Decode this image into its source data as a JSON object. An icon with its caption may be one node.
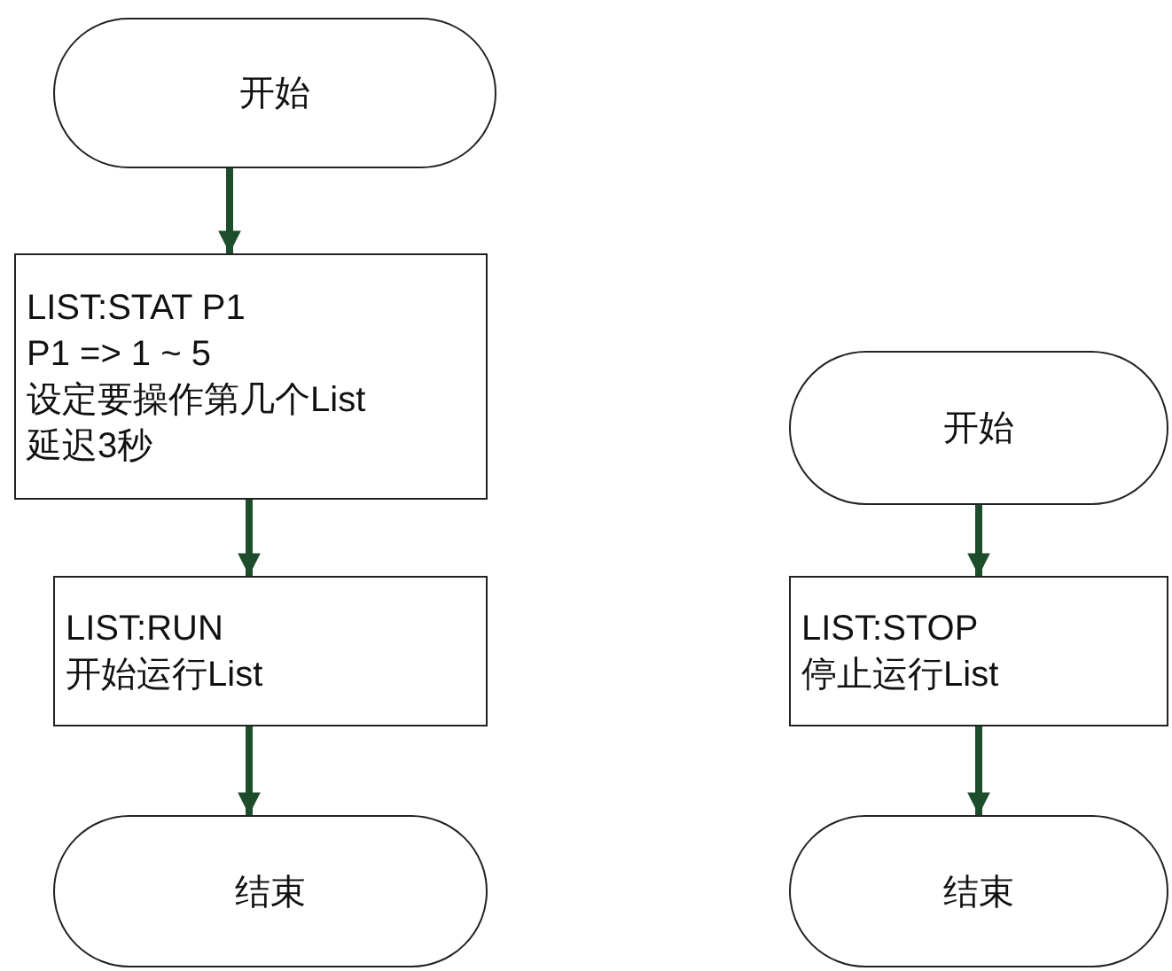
{
  "diagram": {
    "nodes": [
      {
        "text": [
          "开始"
        ]
      },
      {
        "text": [
          "LIST:STAT P1",
          "P1 => 1 ~ 5",
          "设定要操作第几个List",
          "延迟3秒"
        ]
      },
      {
        "text": [
          "LIST:RUN",
          "开始运行List"
        ]
      },
      {
        "text": [
          "结束"
        ]
      },
      {
        "text": [
          "开始"
        ]
      },
      {
        "text": [
          "LIST:STOP",
          "停止运行List"
        ]
      },
      {
        "text": [
          "结束"
        ]
      }
    ],
    "edges": [
      {
        "from": 0,
        "to": 1,
        "arrow": "to"
      },
      {
        "from": 1,
        "to": 2,
        "arrow": "to"
      },
      {
        "from": 2,
        "to": 3,
        "arrow": "to"
      },
      {
        "from": 4,
        "to": 5,
        "arrow": "to"
      },
      {
        "from": 5,
        "to": 6,
        "arrow": "to"
      }
    ]
  }
}
